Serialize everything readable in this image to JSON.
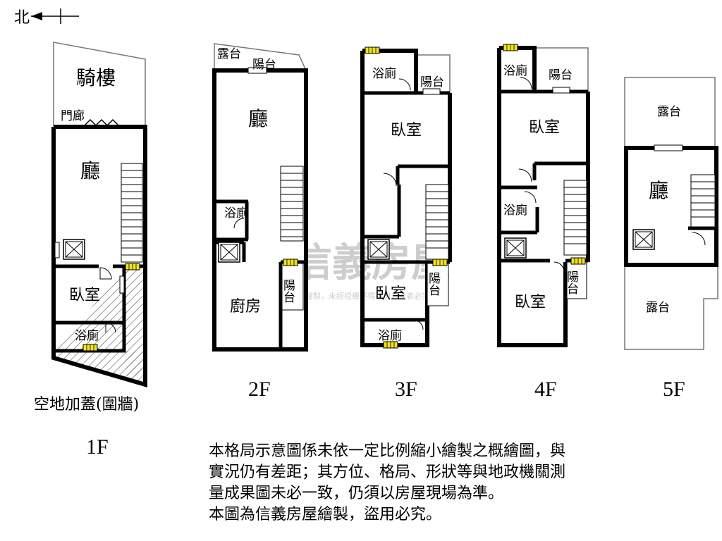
{
  "compass": {
    "label": "北"
  },
  "floors": {
    "f1": {
      "name": "1F",
      "arcade": "騎樓",
      "porch": "門廊",
      "living": "廳",
      "bedroom": "臥室",
      "bath": "浴廁",
      "extension": "空地加蓋(圍牆)"
    },
    "f2": {
      "name": "2F",
      "terrace": "露台",
      "balcony_top": "陽台",
      "living": "廳",
      "bath": "浴廁",
      "kitchen": "廚房",
      "balcony_side": "陽台"
    },
    "f3": {
      "name": "3F",
      "bath_top": "浴廁",
      "balcony_top": "陽台",
      "bedroom_top": "臥室",
      "bedroom_bottom": "臥室",
      "balcony_side": "陽台",
      "bath_bottom": "浴廁"
    },
    "f4": {
      "name": "4F",
      "bath_top": "浴廁",
      "balcony_top": "陽台",
      "bedroom_top": "臥室",
      "bath_mid": "浴廁",
      "bedroom_bottom": "臥室",
      "balcony_side": "陽台"
    },
    "f5": {
      "name": "5F",
      "terrace_top": "露台",
      "living": "廳",
      "terrace_bottom": "露台"
    }
  },
  "watermark": {
    "brand": "信義房屋",
    "fineprint": "本格局圖為信義房屋繪製，未經授權不得盜用，違者必究"
  },
  "disclaimer": [
    "本格局示意圖係未依一定比例縮小繪製之概繪圖，與",
    "實況仍有差距；其方位、格局、形狀等與地政機關測",
    "量成果圖未必一致，仍須以房屋現場為準。",
    "本圖為信義房屋繪製，盜用必究。"
  ]
}
